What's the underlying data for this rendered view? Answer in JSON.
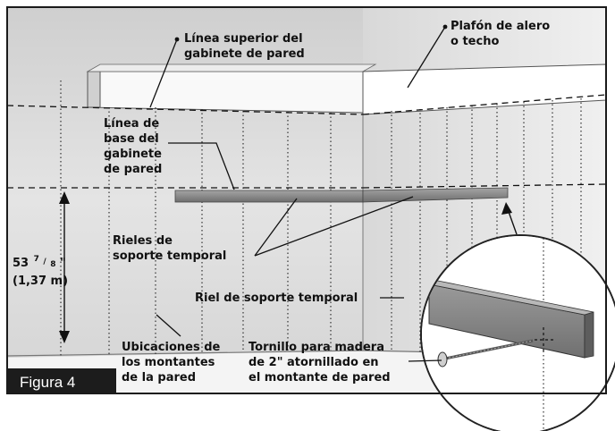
{
  "figure": {
    "label": "Figura 4"
  },
  "labels": {
    "top_line": [
      "Línea superior del",
      "gabinete de pared"
    ],
    "soffit": [
      "Plafón de alero",
      "o techo"
    ],
    "base_line": [
      "Línea de",
      "base del",
      "gabinete",
      "de pared"
    ],
    "rails": [
      "Rieles de",
      "soporte temporal"
    ],
    "height": {
      "whole": "53",
      "frac_num": "7",
      "frac_den": "8",
      "inch": "\"",
      "metric": "(1,37 m)"
    },
    "single_rail": "Riel de soporte temporal",
    "studs": [
      "Ubicaciones de",
      "los montantes",
      "de la pared"
    ],
    "screw": [
      "Tornillo para madera",
      "de 2\" atornillado en",
      "el montante de pared"
    ]
  },
  "colors": {
    "wall_left": "#dcdcdc",
    "wall_right": "#e9e9e9",
    "soffit_face": "#f8f8f8",
    "rail": "#8c8c8c",
    "border": "#1a1a1a",
    "figure_tab": "#1c1c1c"
  }
}
